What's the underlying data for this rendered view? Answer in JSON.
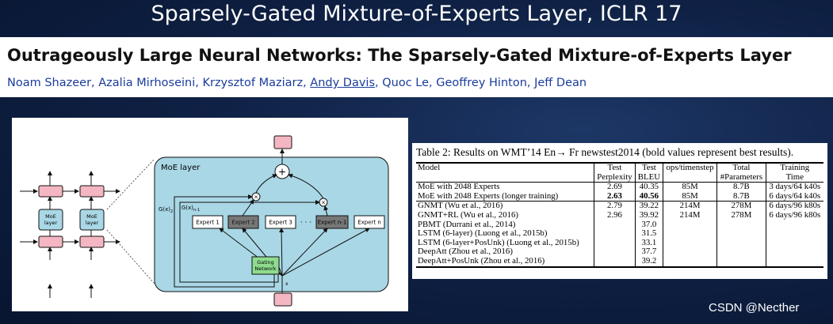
{
  "slide": {
    "title": "Sparsely-Gated Mixture-of-Experts Layer,  ICLR 17",
    "watermark": "CSDN @Necther"
  },
  "paper": {
    "title": "Outrageously Large Neural Networks: The Sparsely-Gated Mixture-of-Experts Layer",
    "authors": [
      "Noam Shazeer",
      "Azalia Mirhoseini",
      "Krzysztof Maziarz",
      "Andy Davis",
      "Quoc Le",
      "Geoffrey Hinton",
      "Jeff Dean"
    ],
    "author_sep": ", "
  },
  "figure": {
    "small_moe_label_1": "MoE",
    "small_moe_label_2": "layer",
    "moe_layer_label": "MoE layer",
    "plus": "+",
    "times": "×",
    "dots": "· · ·",
    "gx2": "G(x)",
    "gx2_sub": "2",
    "gxn1": "G(x)",
    "gxn1_sub": "n-1",
    "experts": [
      "Expert 1",
      "Expert 2",
      "Expert 3",
      "Expert n-1",
      "Expert n"
    ],
    "gating_1": "Gating",
    "gating_2": "Network",
    "x_label": "x",
    "colors": {
      "moe_bg": "#a9d7e6",
      "red_box": "#f4b6c2",
      "active_expert": "#777777",
      "gating": "#8fdc8f"
    }
  },
  "table": {
    "caption": "Table 2: Results on WMT’14 En→ Fr newstest2014 (bold values represent best results).",
    "headers_row1": [
      "Model",
      "Test",
      "Test",
      "ops/timenstep",
      "Total",
      "Training"
    ],
    "headers_row2": [
      "",
      "Perplexity",
      "BLEU",
      "",
      "#Parameters",
      "Time"
    ],
    "rows": [
      [
        "MoE with 2048 Experts",
        "2.69",
        "40.35",
        "85M",
        "8.7B",
        "3 days/64 k40s"
      ],
      [
        "MoE with 2048 Experts (longer training)",
        "2.63",
        "40.56",
        "85M",
        "8.7B",
        "6 days/64 k40s"
      ],
      [
        "GNMT (Wu et al., 2016)",
        "2.79",
        "39.22",
        "214M",
        "278M",
        "6 days/96 k80s"
      ],
      [
        "GNMT+RL (Wu et al., 2016)",
        "2.96",
        "39.92",
        "214M",
        "278M",
        "6 days/96 k80s"
      ],
      [
        "PBMT (Durrani et al., 2014)",
        "",
        "37.0",
        "",
        "",
        ""
      ],
      [
        "LSTM (6-layer) (Luong et al., 2015b)",
        "",
        "31.5",
        "",
        "",
        ""
      ],
      [
        "LSTM (6-layer+PosUnk) (Luong et al., 2015b)",
        "",
        "33.1",
        "",
        "",
        ""
      ],
      [
        "DeepAtt (Zhou et al., 2016)",
        "",
        "37.7",
        "",
        "",
        ""
      ],
      [
        "DeepAtt+PosUnk (Zhou et al., 2016)",
        "",
        "39.2",
        "",
        "",
        ""
      ]
    ],
    "bold_cells": [
      [
        1,
        1
      ],
      [
        1,
        2
      ]
    ],
    "group_end_rows": [
      1
    ],
    "last_row": 8
  }
}
